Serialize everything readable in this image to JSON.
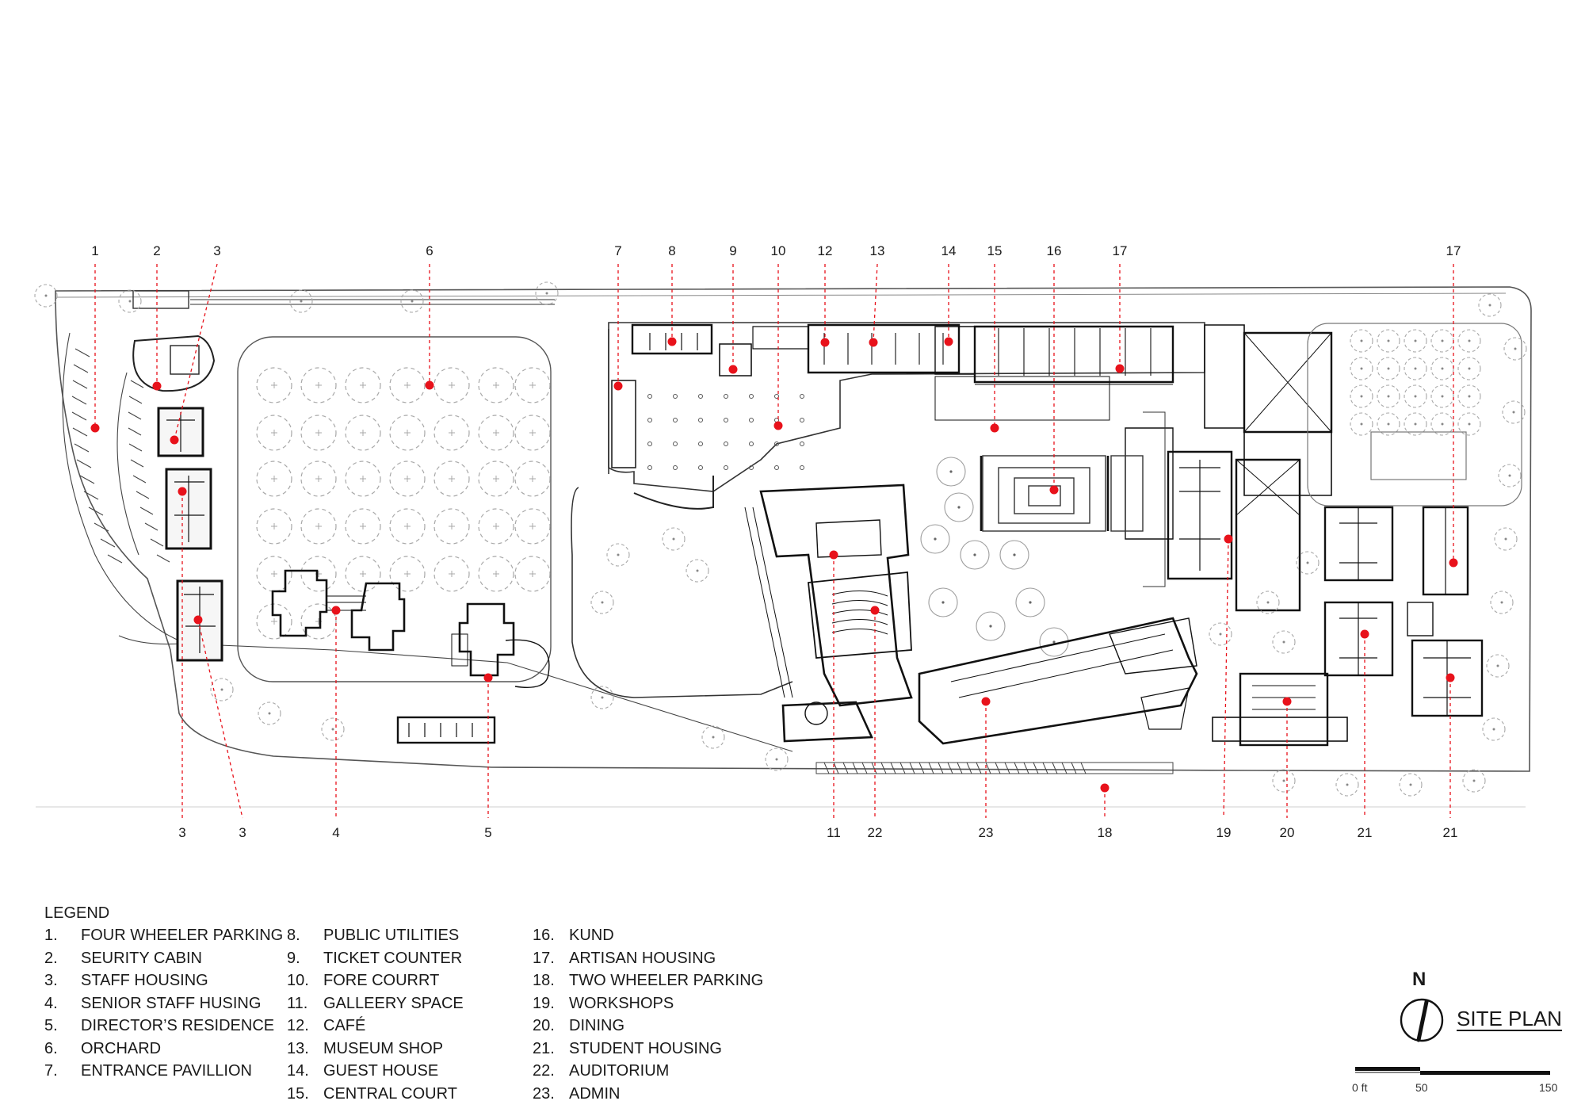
{
  "colors": {
    "marker": "#e8121b",
    "ink": "#1a1a1a",
    "tree": "#9a9a9a",
    "leader": "#e8121b"
  },
  "title": "SITE PLAN",
  "north": "N",
  "scale": {
    "labels": [
      "0 ft",
      "50",
      "150"
    ]
  },
  "legend": {
    "title": "LEGEND",
    "columns": [
      [
        {
          "num": "1.",
          "label": "FOUR WHEELER PARKING"
        },
        {
          "num": "2.",
          "label": "SEURITY CABIN"
        },
        {
          "num": "3.",
          "label": "STAFF HOUSING"
        },
        {
          "num": "4.",
          "label": "SENIOR STAFF HUSING"
        },
        {
          "num": "5.",
          "label": "DIRECTOR’S RESIDENCE"
        },
        {
          "num": "6.",
          "label": "ORCHARD"
        },
        {
          "num": "7.",
          "label": "ENTRANCE PAVILLION"
        }
      ],
      [
        {
          "num": "8.",
          "label": "PUBLIC UTILITIES"
        },
        {
          "num": "9.",
          "label": "TICKET COUNTER"
        },
        {
          "num": "10.",
          "label": "FORE COURRT"
        },
        {
          "num": "11.",
          "label": "GALLEERY SPACE"
        },
        {
          "num": "12.",
          "label": "CAFÉ"
        },
        {
          "num": "13.",
          "label": "MUSEUM SHOP"
        },
        {
          "num": "14.",
          "label": "GUEST HOUSE"
        },
        {
          "num": "15.",
          "label": "CENTRAL COURT"
        }
      ],
      [
        {
          "num": "16.",
          "label": "KUND"
        },
        {
          "num": "17.",
          "label": "ARTISAN HOUSING"
        },
        {
          "num": "18.",
          "label": "TWO WHEELER PARKING"
        },
        {
          "num": "19.",
          "label": "WORKSHOPS"
        },
        {
          "num": "20.",
          "label": "DINING"
        },
        {
          "num": "21.",
          "label": "STUDENT HOUSING"
        },
        {
          "num": "22.",
          "label": "AUDITORIUM"
        },
        {
          "num": "23.",
          "label": "ADMIN"
        }
      ]
    ]
  },
  "top_callouts": [
    "1",
    "2",
    "3",
    "6",
    "7",
    "8",
    "9",
    "10",
    "12",
    "13",
    "14",
    "15",
    "16",
    "17",
    "17"
  ],
  "bottom_callouts": [
    "3",
    "3",
    "4",
    "5",
    "11",
    "22",
    "23",
    "18",
    "19",
    "20",
    "21",
    "21"
  ]
}
